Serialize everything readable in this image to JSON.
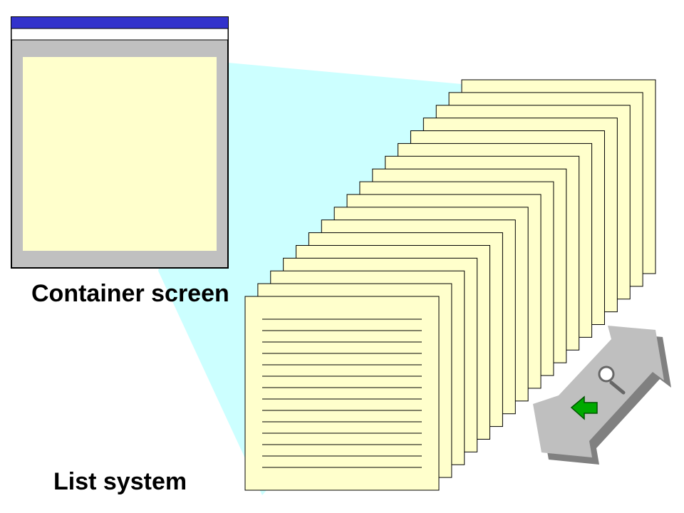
{
  "labels": {
    "container_screen": "Container screen",
    "list_system": "List system"
  },
  "stack": {
    "page_count": 18,
    "lines_per_page": 14
  },
  "icons": {
    "double_arrow": "double-headed-arrow-icon",
    "magnifier": "magnifier-icon",
    "back_arrow": "back-arrow-icon"
  },
  "colors": {
    "projection": "#ccffff",
    "page_fill": "#ffffcc",
    "window_frame": "#c0c0c0",
    "window_titlebar": "#3333cc",
    "window_client": "#ffffcc",
    "arrow_fill": "#bfbfbf",
    "arrow_shadow": "#808080",
    "back_arrow": "#00aa00"
  }
}
